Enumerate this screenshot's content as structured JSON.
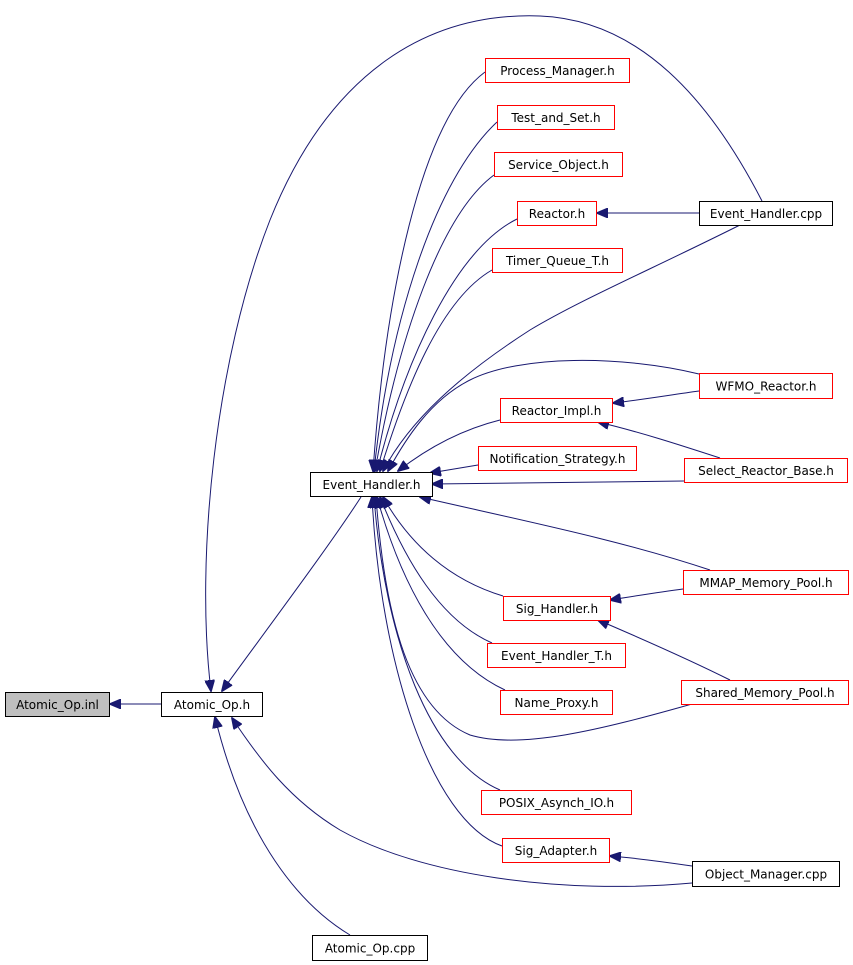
{
  "colors": {
    "edge": "#191970",
    "border_linked": "#ff0000",
    "border_plain": "#000000",
    "focus_fill": "#bfbfbf"
  },
  "nodes": [
    {
      "id": "atomic-op-inl",
      "label": "Atomic_Op.inl",
      "style": "focus"
    },
    {
      "id": "atomic-op-h",
      "label": "Atomic_Op.h",
      "style": "black"
    },
    {
      "id": "atomic-op-cpp",
      "label": "Atomic_Op.cpp",
      "style": "black"
    },
    {
      "id": "event-handler-h",
      "label": "Event_Handler.h",
      "style": "black"
    },
    {
      "id": "process-manager-h",
      "label": "Process_Manager.h",
      "style": "red"
    },
    {
      "id": "test-and-set-h",
      "label": "Test_and_Set.h",
      "style": "red"
    },
    {
      "id": "service-object-h",
      "label": "Service_Object.h",
      "style": "red"
    },
    {
      "id": "reactor-h",
      "label": "Reactor.h",
      "style": "red"
    },
    {
      "id": "timer-queue-t-h",
      "label": "Timer_Queue_T.h",
      "style": "red"
    },
    {
      "id": "reactor-impl-h",
      "label": "Reactor_Impl.h",
      "style": "red"
    },
    {
      "id": "notification-strategy-h",
      "label": "Notification_Strategy.h",
      "style": "red"
    },
    {
      "id": "sig-handler-h",
      "label": "Sig_Handler.h",
      "style": "red"
    },
    {
      "id": "event-handler-t-h",
      "label": "Event_Handler_T.h",
      "style": "red"
    },
    {
      "id": "name-proxy-h",
      "label": "Name_Proxy.h",
      "style": "red"
    },
    {
      "id": "posix-asynch-io-h",
      "label": "POSIX_Asynch_IO.h",
      "style": "red"
    },
    {
      "id": "sig-adapter-h",
      "label": "Sig_Adapter.h",
      "style": "red"
    },
    {
      "id": "event-handler-cpp",
      "label": "Event_Handler.cpp",
      "style": "black"
    },
    {
      "id": "wfmo-reactor-h",
      "label": "WFMO_Reactor.h",
      "style": "red"
    },
    {
      "id": "select-reactor-base-h",
      "label": "Select_Reactor_Base.h",
      "style": "red"
    },
    {
      "id": "mmap-memory-pool-h",
      "label": "MMAP_Memory_Pool.h",
      "style": "red"
    },
    {
      "id": "shared-memory-pool-h",
      "label": "Shared_Memory_Pool.h",
      "style": "red"
    },
    {
      "id": "object-manager-cpp",
      "label": "Object_Manager.cpp",
      "style": "black"
    }
  ],
  "edges": [
    {
      "from": "atomic-op-h",
      "to": "atomic-op-inl"
    },
    {
      "from": "event-handler-h",
      "to": "atomic-op-h"
    },
    {
      "from": "atomic-op-cpp",
      "to": "atomic-op-h"
    },
    {
      "from": "object-manager-cpp",
      "to": "atomic-op-h"
    },
    {
      "from": "event-handler-cpp",
      "to": "atomic-op-h"
    },
    {
      "from": "process-manager-h",
      "to": "event-handler-h"
    },
    {
      "from": "test-and-set-h",
      "to": "event-handler-h"
    },
    {
      "from": "service-object-h",
      "to": "event-handler-h"
    },
    {
      "from": "reactor-h",
      "to": "event-handler-h"
    },
    {
      "from": "timer-queue-t-h",
      "to": "event-handler-h"
    },
    {
      "from": "event-handler-cpp",
      "to": "event-handler-h"
    },
    {
      "from": "wfmo-reactor-h",
      "to": "event-handler-h"
    },
    {
      "from": "reactor-impl-h",
      "to": "event-handler-h"
    },
    {
      "from": "notification-strategy-h",
      "to": "event-handler-h"
    },
    {
      "from": "select-reactor-base-h",
      "to": "event-handler-h"
    },
    {
      "from": "mmap-memory-pool-h",
      "to": "event-handler-h"
    },
    {
      "from": "sig-handler-h",
      "to": "event-handler-h"
    },
    {
      "from": "event-handler-t-h",
      "to": "event-handler-h"
    },
    {
      "from": "name-proxy-h",
      "to": "event-handler-h"
    },
    {
      "from": "shared-memory-pool-h",
      "to": "event-handler-h"
    },
    {
      "from": "posix-asynch-io-h",
      "to": "event-handler-h"
    },
    {
      "from": "sig-adapter-h",
      "to": "event-handler-h"
    },
    {
      "from": "event-handler-cpp",
      "to": "reactor-h"
    },
    {
      "from": "wfmo-reactor-h",
      "to": "reactor-impl-h"
    },
    {
      "from": "select-reactor-base-h",
      "to": "reactor-impl-h"
    },
    {
      "from": "mmap-memory-pool-h",
      "to": "sig-handler-h"
    },
    {
      "from": "shared-memory-pool-h",
      "to": "sig-handler-h"
    },
    {
      "from": "object-manager-cpp",
      "to": "sig-adapter-h"
    }
  ]
}
